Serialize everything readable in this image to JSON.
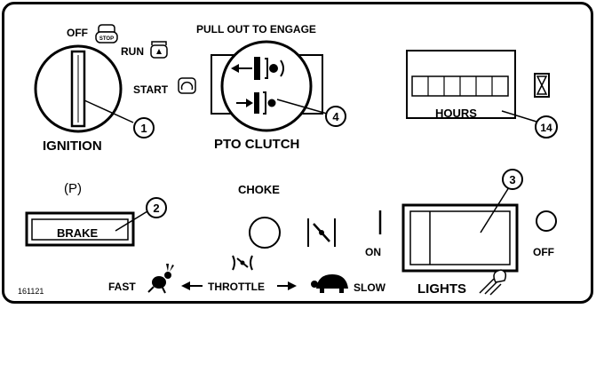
{
  "panel": {
    "ignition": {
      "off_label": "OFF",
      "off_icon_text": "STOP",
      "run_label": "RUN",
      "start_label": "START",
      "title": "IGNITION",
      "callout": "1"
    },
    "pto": {
      "header": "PULL OUT TO ENGAGE",
      "title": "PTO CLUTCH",
      "callout": "4"
    },
    "hours": {
      "label": "HOURS",
      "callout": "14"
    },
    "brake": {
      "label": "BRAKE",
      "park_symbol": "(P)",
      "callout": "2"
    },
    "choke": {
      "title": "CHOKE",
      "on_label": "ON"
    },
    "lights": {
      "title": "LIGHTS",
      "off_label": "OFF",
      "callout": "3"
    },
    "throttle": {
      "fast_label": "FAST",
      "label": "THROTTLE",
      "slow_label": "SLOW"
    },
    "part_number": "161121"
  }
}
